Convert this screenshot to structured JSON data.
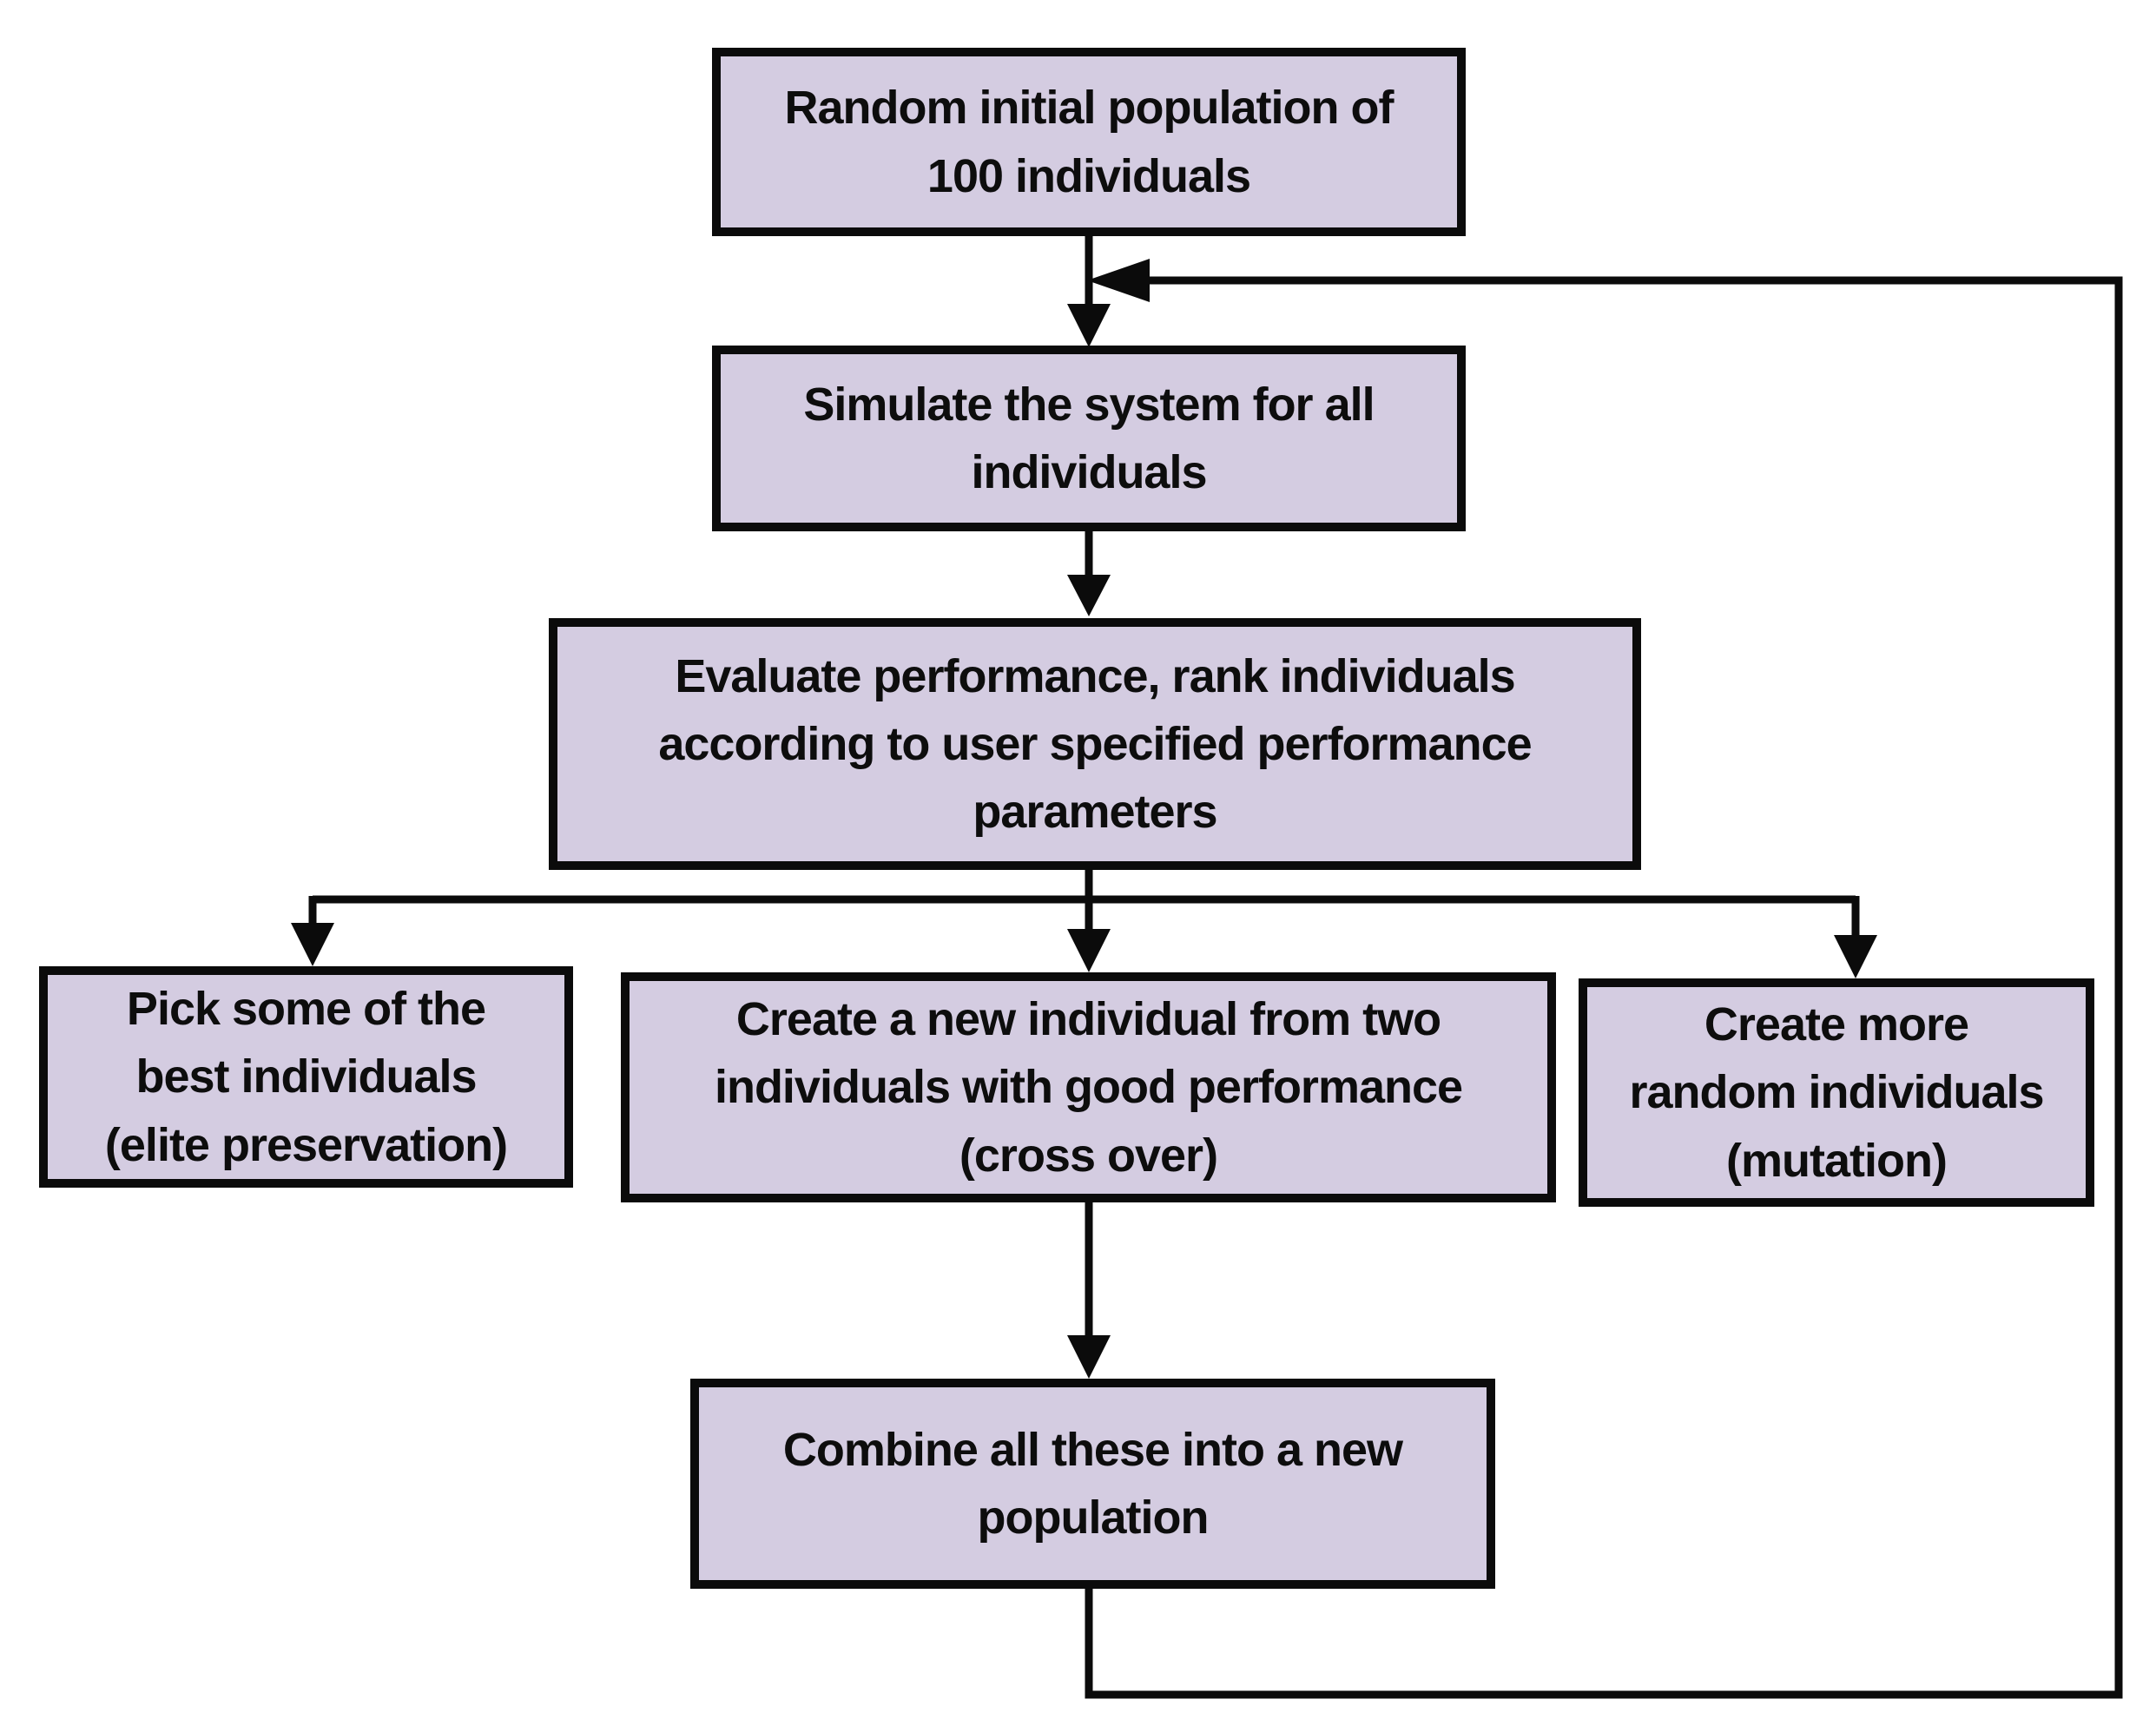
{
  "diagram": {
    "type": "flowchart",
    "subject": "genetic-algorithm-loop",
    "colors": {
      "node_fill": "#d4cce1",
      "node_border": "#0b0b0b",
      "arrow": "#0b0b0b",
      "text": "#0d0d0d",
      "background": "#ffffff"
    },
    "nodes": {
      "random_init": {
        "label": "Random initial population of\n100 individuals"
      },
      "simulate": {
        "label": "Simulate the system for all\nindividuals"
      },
      "evaluate": {
        "label": "Evaluate performance, rank individuals\naccording to user specified performance\nparameters"
      },
      "elite": {
        "label": "Pick some of the\nbest individuals\n(elite preservation)"
      },
      "crossover": {
        "label": "Create a new individual from two\nindividuals with good performance\n(cross over)"
      },
      "mutation": {
        "label": "Create more\nrandom individuals\n(mutation)"
      },
      "combine": {
        "label": "Combine all these into a new\npopulation"
      }
    },
    "edges": [
      {
        "from": "random_init",
        "to": "simulate"
      },
      {
        "from": "simulate",
        "to": "evaluate"
      },
      {
        "from": "evaluate",
        "to": "elite"
      },
      {
        "from": "evaluate",
        "to": "crossover"
      },
      {
        "from": "evaluate",
        "to": "mutation"
      },
      {
        "from": "crossover",
        "to": "combine"
      },
      {
        "from": "combine",
        "to": "simulate",
        "kind": "feedback-loop"
      }
    ]
  }
}
